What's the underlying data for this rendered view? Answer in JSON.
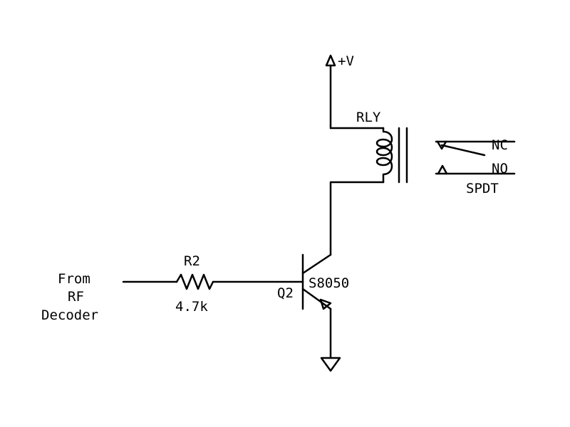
{
  "colors": {
    "ink": "#000000",
    "background": "#ffffff"
  },
  "supply": {
    "label": "+V"
  },
  "relay": {
    "label": "RLY",
    "nc_label": "NC",
    "no_label": "NO",
    "type_label": "SPDT"
  },
  "transistor": {
    "ref": "Q2",
    "part": "S8050"
  },
  "resistor": {
    "ref": "R2",
    "value": "4.7k"
  },
  "input": {
    "line1": "From",
    "line2": "RF",
    "line3": "Decoder"
  }
}
